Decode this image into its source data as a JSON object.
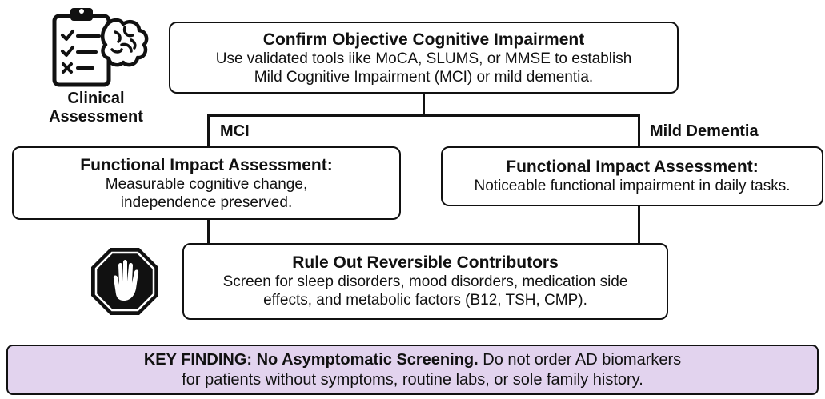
{
  "icons": {
    "clipboard": "clipboard-checklist-brain-icon",
    "stop": "stop-hand-icon"
  },
  "clinical_label": [
    "Clinical",
    "Assessment"
  ],
  "top_box": {
    "title": "Confirm Objective Cognitive Impairment",
    "lines": [
      "Use validated tools iike MoCA, SLUMS, or MMSE to establish",
      "Mild Cognitive Impairment (MCI) or mild dementia."
    ]
  },
  "branches": {
    "left": "MCI",
    "right": "Mild Dementia"
  },
  "left_box": {
    "title": "Functional Impact Assessment:",
    "lines": [
      "Measurable cognitive change,",
      "independence preserved."
    ]
  },
  "right_box": {
    "title": "Functional Impact Assessment:",
    "lines": [
      "Noticeable functional impairment in daily tasks."
    ]
  },
  "rule_out_box": {
    "title": "Rule Out Reversible Contributors",
    "lines": [
      "Screen for sleep disorders, mood disorders, medication side",
      "effects, and metabolic factors (B12, TSH, CMP)."
    ]
  },
  "key_finding": {
    "bold": "KEY FINDING: No Asymptomatic Screening.",
    "rest": " Do not order AD biomarkers",
    "line2": "for patients without symptoms, routine labs, or sole family history."
  },
  "colors": {
    "key_background": "#e2d3ee",
    "line": "#111111"
  }
}
